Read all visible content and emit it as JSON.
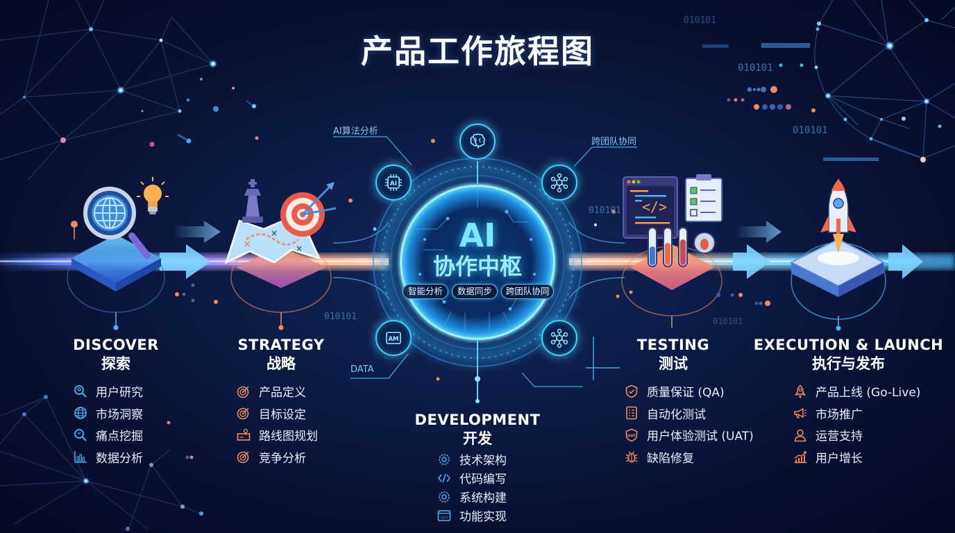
{
  "title": "产品工作旅程图",
  "colors": {
    "background": "#0a1638",
    "hub_cyan": "#43d0ff",
    "accent_orange": "#f08a5d",
    "accent_blue": "#4ab3f4",
    "text_white": "#ffffff"
  },
  "hub": {
    "title": "AI",
    "subtitle": "协作中枢",
    "pills": [
      "智能分析",
      "数据同步",
      "跨团队协同"
    ],
    "nodes": [
      {
        "icon": "ai-chip-icon",
        "label": "AI"
      },
      {
        "icon": "brain-icon"
      },
      {
        "icon": "network-icon"
      },
      {
        "icon": "am-chip-icon",
        "label": "AM"
      },
      {
        "icon": "network-icon"
      }
    ],
    "callouts": {
      "top_left": "AI算法分析",
      "top_right": "跨团队协同",
      "bottom_left": "DATA"
    }
  },
  "binary_labels": [
    "010101",
    "010101",
    "010101",
    "010101",
    "010101",
    "010101"
  ],
  "stages": [
    {
      "id": "discover",
      "en": "DISCOVER",
      "zh": "探索",
      "icon": "magnifier-globe-lightbulb-icon",
      "items": [
        {
          "icon": "user-search-icon",
          "label": "用户研究"
        },
        {
          "icon": "globe-icon",
          "label": "市场洞察"
        },
        {
          "icon": "pain-search-icon",
          "label": "痛点挖掘"
        },
        {
          "icon": "bar-chart-icon",
          "label": "数据分析"
        }
      ]
    },
    {
      "id": "strategy",
      "en": "STRATEGY",
      "zh": "战略",
      "icon": "chess-map-target-icon",
      "items": [
        {
          "icon": "target-icon",
          "label": "产品定义"
        },
        {
          "icon": "target-icon",
          "label": "目标设定"
        },
        {
          "icon": "roadmap-icon",
          "label": "路线图规划"
        },
        {
          "icon": "target-icon",
          "label": "竞争分析"
        }
      ]
    },
    {
      "id": "development",
      "en": "DEVELOPMENT",
      "zh": "开发",
      "icon": "ai-hub-icon",
      "items": [
        {
          "icon": "gear-icon",
          "label": "技术架构"
        },
        {
          "icon": "code-icon",
          "label": "代码编写"
        },
        {
          "icon": "gear-icon",
          "label": "系统构建"
        },
        {
          "icon": "code-window-icon",
          "label": "功能实现"
        }
      ]
    },
    {
      "id": "testing",
      "en": "TESTING",
      "zh": "测试",
      "icon": "code-checklist-testtube-icon",
      "items": [
        {
          "icon": "shield-check-icon",
          "label": "质量保证 (QA)"
        },
        {
          "icon": "checklist-icon",
          "label": "自动化测试"
        },
        {
          "icon": "shield-uat-icon",
          "label": "用户体验测试 (UAT)"
        },
        {
          "icon": "bug-icon",
          "label": "缺陷修复"
        }
      ]
    },
    {
      "id": "launch",
      "en": "EXECUTION & LAUNCH",
      "zh": "执行与发布",
      "icon": "rocket-launchpad-icon",
      "items": [
        {
          "icon": "rocket-icon",
          "label": "产品上线 (Go-Live)"
        },
        {
          "icon": "megaphone-icon",
          "label": "市场推广"
        },
        {
          "icon": "user-icon",
          "label": "运营支持"
        },
        {
          "icon": "growth-chart-icon",
          "label": "用户增长"
        }
      ]
    }
  ]
}
